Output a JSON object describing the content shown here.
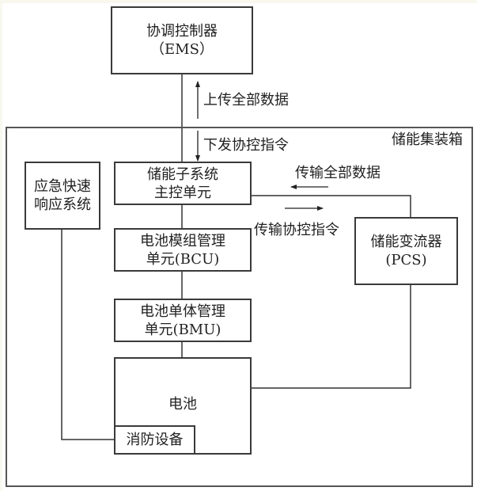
{
  "diagram": {
    "container_label": "储能集装箱",
    "nodes": {
      "ems": {
        "line1": "协调控制器",
        "line2": "（EMS）"
      },
      "emergency": {
        "line1": "应急快速",
        "line2": "响应系统"
      },
      "main_control": {
        "line1": "储能子系统",
        "line2": "主控单元"
      },
      "bcu": {
        "line1": "电池模组管理",
        "line2": "单元(BCU)"
      },
      "bmu": {
        "line1": "电池单体管理",
        "line2": "单元(BMU)"
      },
      "battery": {
        "line1": "电池"
      },
      "fire": {
        "line1": "消防设备"
      },
      "pcs": {
        "line1": "储能变流器",
        "line2": "(PCS)"
      }
    },
    "edge_labels": {
      "upload_all_data": "上传全部数据",
      "issue_coord_commands": "下发协控指令",
      "transmit_all_data": "传输全部数据",
      "transmit_coord_commands": "传输协控指令"
    }
  }
}
